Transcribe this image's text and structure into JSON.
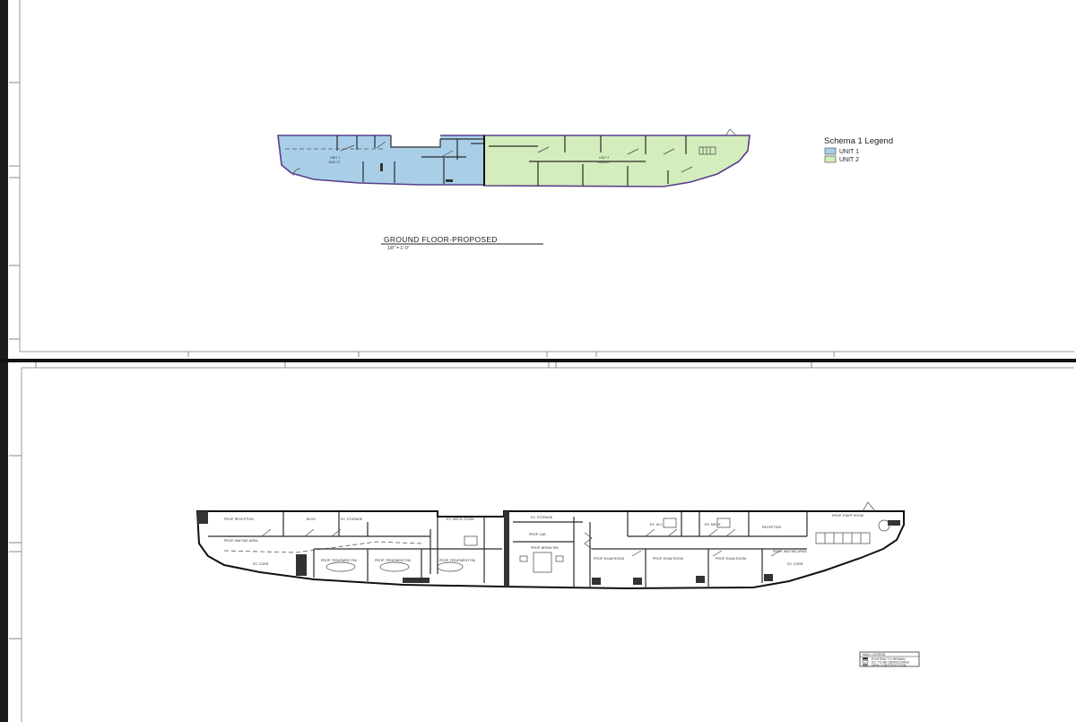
{
  "upper_sheet": {
    "drawing_title": "GROUND FLOOR-PROPOSED",
    "scale_note": "1/8\" = 1'-0\"",
    "unit_1_label": "UNIT 1",
    "unit_1_area": "1605.73",
    "unit_2_label": "UNIT 2",
    "unit_2_area": "1556.41",
    "legend": {
      "title": "Schema 1 Legend",
      "items": [
        {
          "label": "UNIT 1",
          "color": "#a9cfe8"
        },
        {
          "label": "UNIT 2",
          "color": "#d3edbc"
        }
      ]
    }
  },
  "lower_sheet": {
    "room_labels": [
      "PROP. RECEPTION",
      "BLDG.",
      "EX. STORAGE",
      "PROP. WAITING AREA",
      "EX. CORR.",
      "PROP. TREATMENT RM",
      "PROP. TREATMENT RM",
      "PROP. TREATMENT RM",
      "EX. MECH. ROOM",
      "EX. STORAGE",
      "PROP. LAB",
      "PROP. BREAK RM",
      "EX. W.C.",
      "EX. MECH.",
      "RECEPTION",
      "PROP. STAFF ROOM",
      "PROP. EXAM ROOM",
      "PROP. EXAM ROOM",
      "PROP. EXAM ROOM",
      "PROP. WAITING AREA",
      "EX. CORR."
    ],
    "wall_legend": {
      "title": "WALL LEGEND",
      "items": [
        "EXISTING TO REMAIN",
        "EX. TO BE DEMOLISHED",
        "NEW CONSTRUCTION"
      ]
    }
  },
  "colors": {
    "unit_1": "#a9cfe8",
    "unit_2": "#d3edbc",
    "unit_outline": "#5a3e8a"
  }
}
